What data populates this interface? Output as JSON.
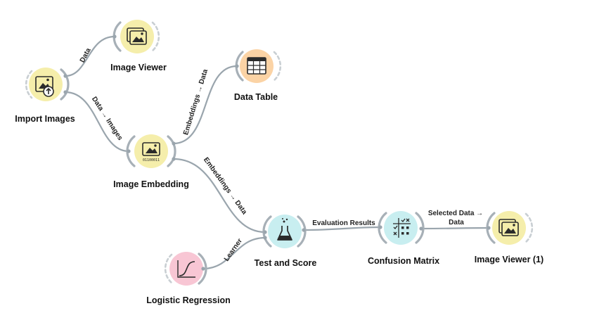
{
  "widgets": {
    "import_images": {
      "label": "Import Images",
      "icon": "import-images-icon",
      "color": "#f5eeab"
    },
    "image_viewer": {
      "label": "Image Viewer",
      "icon": "image-viewer-icon",
      "color": "#f5eeab"
    },
    "data_table": {
      "label": "Data Table",
      "icon": "data-table-icon",
      "color": "#fbd3a5"
    },
    "image_embedding": {
      "label": "Image Embedding",
      "icon": "image-embedding-icon",
      "color": "#f5eeab"
    },
    "test_and_score": {
      "label": "Test and Score",
      "icon": "flask-icon",
      "color": "#c8eef0"
    },
    "logistic_regression": {
      "label": "Logistic Regression",
      "icon": "logistic-curve-icon",
      "color": "#f8c6d4"
    },
    "confusion_matrix": {
      "label": "Confusion Matrix",
      "icon": "confusion-matrix-icon",
      "color": "#c8eef0"
    },
    "image_viewer_1": {
      "label": "Image Viewer (1)",
      "icon": "image-viewer-icon",
      "color": "#f5eeab"
    }
  },
  "links": {
    "import_to_viewer": "Data",
    "import_to_embedding": "Data → Images",
    "embedding_to_table": "Embeddings → Data",
    "embedding_to_test": "Embeddings → Data",
    "regression_to_test": "Learner",
    "test_to_matrix": "Evaluation Results",
    "matrix_to_viewer_line1": "Selected Data →",
    "matrix_to_viewer_line2": "Data"
  },
  "embedding_code": "01100011"
}
